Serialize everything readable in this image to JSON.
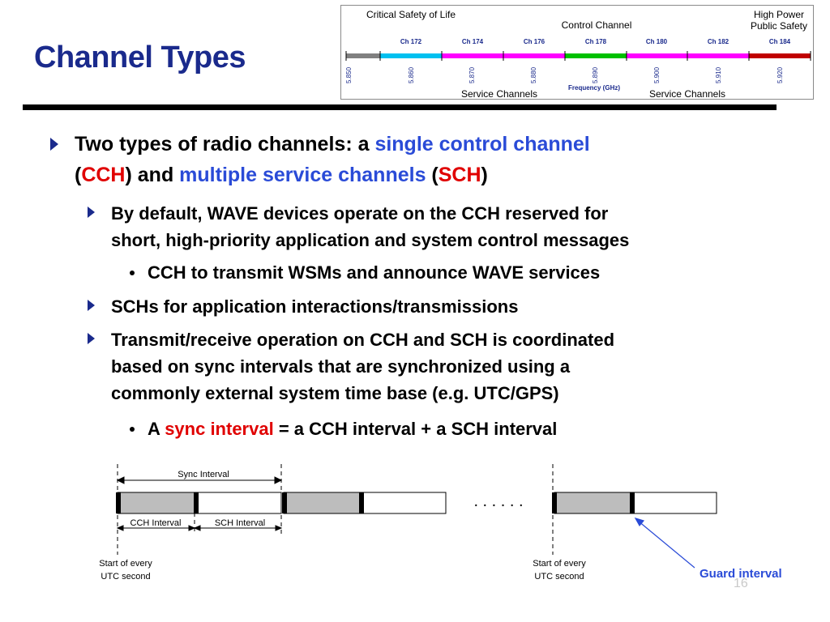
{
  "slide": {
    "title": "Channel Types",
    "page_number": "16"
  },
  "spectrum": {
    "label_left": "Critical Safety of Life",
    "label_center": "Control Channel",
    "label_right": "High Power Public Safety",
    "channels": [
      "Ch 172",
      "Ch 174",
      "Ch 176",
      "Ch 178",
      "Ch 180",
      "Ch 182",
      "Ch 184"
    ],
    "frequencies": [
      "5.850",
      "5.860",
      "5.870",
      "5.880",
      "5.890",
      "5.900",
      "5.910",
      "5.920"
    ],
    "axis_label": "Frequency (GHz)",
    "service_label_left": "Service Channels",
    "service_label_right": "Service Channels",
    "colors": {
      "reserved": "#808080",
      "ch172": "#00c0f0",
      "service": "#ff00ff",
      "control": "#00c000",
      "public_safety": "#c00000"
    }
  },
  "bullets": {
    "b1_prefix": "Two types of radio channels: a ",
    "b1_single": "single control channel",
    "b1_open": "(",
    "b1_cch": "CCH",
    "b1_and": ") and ",
    "b1_multiple": "multiple service channels",
    "b1_open2": " (",
    "b1_sch": "SCH",
    "b1_close": ")",
    "b2a_line1": "By default, WAVE devices operate on the CCH reserved for",
    "b2a_line2": "short, high-priority application and system control messages",
    "b3a": "CCH to transmit WSMs and announce WAVE services",
    "b2b": "SCHs for application interactions/transmissions",
    "b2c_line1": "Transmit/receive operation on CCH and SCH is coordinated",
    "b2c_line2": "based on sync intervals that are synchronized using a",
    "b2c_line3": "commonly external system time base (e.g. UTC/GPS)",
    "b3b_prefix": "A ",
    "b3b_sync": "sync interval",
    "b3b_suffix": " = a CCH interval + a SCH interval"
  },
  "sync_diagram": {
    "sync_interval_label": "Sync Interval",
    "cch_interval_label": "CCH Interval",
    "sch_interval_label": "SCH Interval",
    "ellipsis": ". . . . . .",
    "start_label_line1": "Start of every",
    "start_label_line2": "UTC second",
    "start_label2_line1": "Start of every",
    "start_label2_line2": "UTC second",
    "guard_interval_label": "Guard interval"
  }
}
